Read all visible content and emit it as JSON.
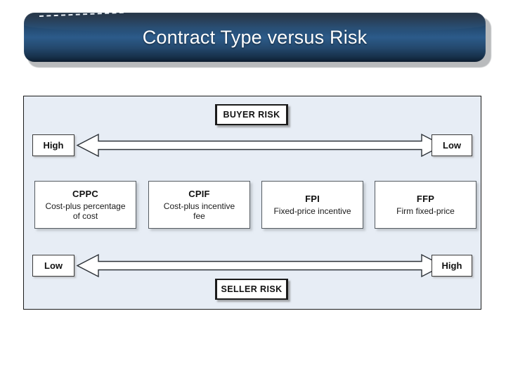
{
  "slide": {
    "title": "Contract Type versus Risk",
    "background_color": "#ffffff",
    "banner_gradient_top": "#0d2034",
    "banner_gradient_mid": "#2c5b8a",
    "banner_gradient_bottom": "#0c1c2e",
    "title_color": "#ffffff"
  },
  "diagram": {
    "panel_background": "#e7edf5",
    "panel_border_color": "#1b1b1b",
    "top_badge": "BUYER RISK",
    "bottom_badge": "SELLER RISK",
    "top_axis": {
      "left_label": "High",
      "right_label": "Low",
      "direction": "double"
    },
    "bottom_axis": {
      "left_label": "Low",
      "right_label": "High",
      "direction": "double"
    },
    "contract_types": [
      {
        "code": "CPPC",
        "desc_line1": "Cost-plus percentage",
        "desc_line2": "of cost"
      },
      {
        "code": "CPIF",
        "desc_line1": "Cost-plus incentive",
        "desc_line2": "fee"
      },
      {
        "code": "FPI",
        "desc_line1": "Fixed-price incentive",
        "desc_line2": ""
      },
      {
        "code": "FFP",
        "desc_line1": "Firm fixed-price",
        "desc_line2": ""
      }
    ]
  }
}
